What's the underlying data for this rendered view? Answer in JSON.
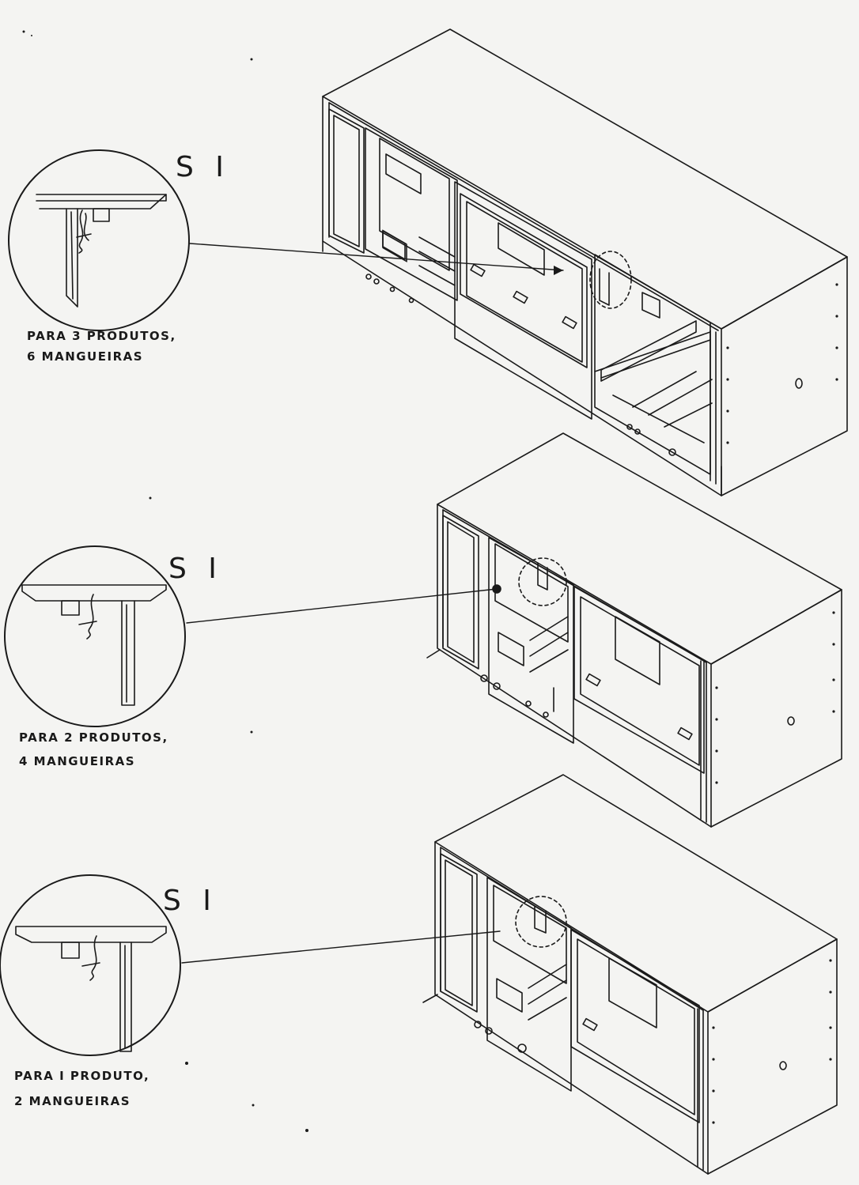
{
  "figures": [
    {
      "detail_label": "S I",
      "caption_line1": "PARA 3 PRODUTOS,",
      "caption_line2": "6 MANGUEIRAS"
    },
    {
      "detail_label": "S I",
      "caption_line1": "PARA 2 PRODUTOS,",
      "caption_line2": "4 MANGUEIRAS"
    },
    {
      "detail_label": "S I",
      "caption_line1": "PARA I PRODUTO,",
      "caption_line2": "2 MANGUEIRAS"
    }
  ]
}
